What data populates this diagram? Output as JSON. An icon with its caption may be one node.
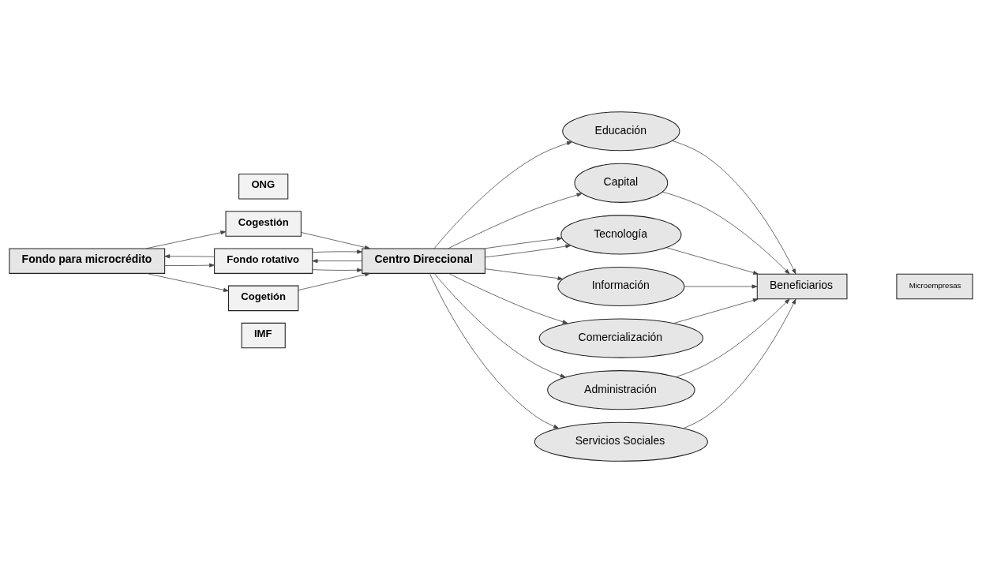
{
  "diagram": {
    "nodes": [
      {
        "text": [
          "Fondo para microcrédito"
        ]
      },
      {
        "text": [
          "ONG"
        ]
      },
      {
        "text": [
          "Cogestión"
        ]
      },
      {
        "text": [
          "Fondo rotativo"
        ]
      },
      {
        "text": [
          "Cogetión"
        ]
      },
      {
        "text": [
          "IMF"
        ]
      },
      {
        "text": [
          "Centro Direccional"
        ]
      },
      {
        "text": [
          "Educación"
        ]
      },
      {
        "text": [
          "Capital"
        ]
      },
      {
        "text": [
          "Tecnología"
        ]
      },
      {
        "text": [
          "Información"
        ]
      },
      {
        "text": [
          "Comercialización"
        ]
      },
      {
        "text": [
          "Administración"
        ]
      },
      {
        "text": [
          "Servicios Sociales"
        ]
      },
      {
        "text": [
          "Beneficiarios"
        ]
      },
      {
        "text": [
          "Microempresas"
        ]
      }
    ],
    "edges": [
      {
        "from": 0,
        "to": 2,
        "arrow": "to"
      },
      {
        "from": 3,
        "to": 0,
        "arrow": "to"
      },
      {
        "from": 0,
        "to": 3,
        "arrow": "to"
      },
      {
        "from": 0,
        "to": 4,
        "arrow": "to"
      },
      {
        "from": 2,
        "to": 6,
        "arrow": "to"
      },
      {
        "from": 3,
        "to": 6,
        "arrow": "to"
      },
      {
        "from": 6,
        "to": 3,
        "arrow": "to"
      },
      {
        "from": 3,
        "to": 6,
        "arrow": "to"
      },
      {
        "from": 4,
        "to": 6,
        "arrow": "to"
      },
      {
        "from": 6,
        "to": 7,
        "arrow": "to"
      },
      {
        "from": 6,
        "to": 8,
        "arrow": "to"
      },
      {
        "from": 6,
        "to": 9,
        "arrow": "to"
      },
      {
        "from": 6,
        "to": 9,
        "arrow": "to"
      },
      {
        "from": 6,
        "to": 10,
        "arrow": "to"
      },
      {
        "from": 6,
        "to": 11,
        "arrow": "to"
      },
      {
        "from": 6,
        "to": 12,
        "arrow": "to"
      },
      {
        "from": 6,
        "to": 13,
        "arrow": "to"
      },
      {
        "from": 7,
        "to": 14,
        "arrow": "to"
      },
      {
        "from": 8,
        "to": 14,
        "arrow": "to"
      },
      {
        "from": 9,
        "to": 14,
        "arrow": "to"
      },
      {
        "from": 10,
        "to": 14,
        "arrow": "to"
      },
      {
        "from": 11,
        "to": 14,
        "arrow": "to"
      },
      {
        "from": 12,
        "to": 14,
        "arrow": "to"
      },
      {
        "from": 13,
        "to": 14,
        "arrow": "to"
      }
    ]
  }
}
